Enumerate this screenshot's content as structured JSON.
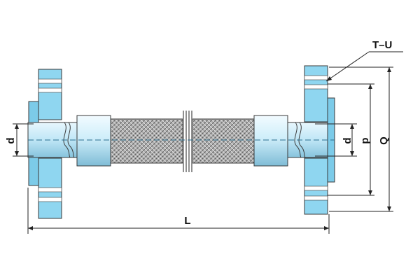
{
  "diagram": {
    "labels": {
      "length": "L",
      "bore_left": "d",
      "bore_right": "d",
      "pitch_diameter": "p",
      "outer_diameter": "Q",
      "bolt_spec": "T–U"
    },
    "colors": {
      "flange": "#8fd6f0",
      "flange_dark": "#5ab4d8",
      "sleeve": "#cfeefa",
      "sleeve_shade": "#8cc7e0",
      "braid": "#a9a9a9",
      "centerline": "#2c6f8f",
      "dimension": "#222222"
    }
  }
}
